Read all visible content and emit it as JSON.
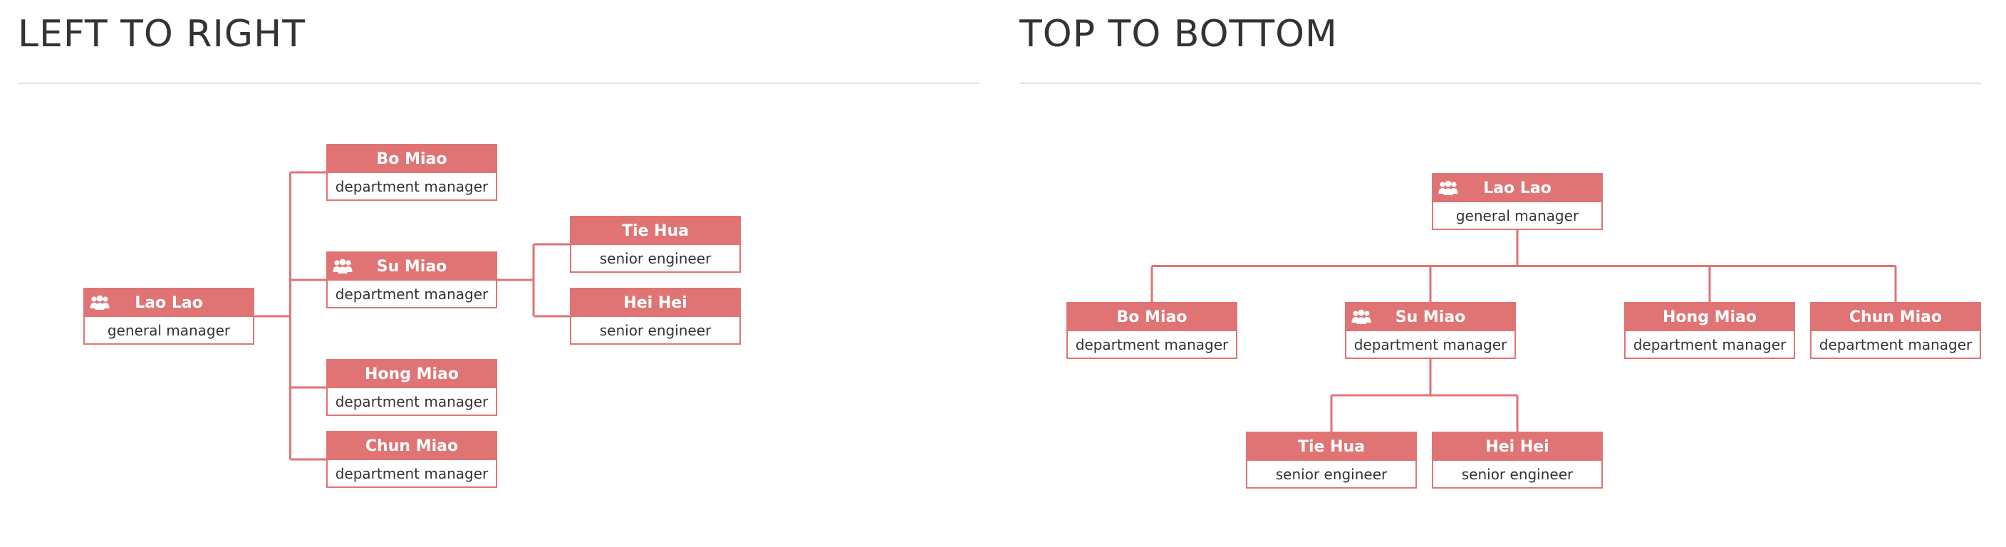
{
  "colors": {
    "accent": "#e07474",
    "title": "#333333",
    "divider": "#e4e4e4"
  },
  "panels": [
    {
      "title": "LEFT TO RIGHT",
      "orientation": "left-to-right",
      "nodes": [
        {
          "id": "lao-lao",
          "name": "Lao Lao",
          "role": "general manager",
          "icon": "group-icon"
        },
        {
          "id": "bo-miao",
          "name": "Bo Miao",
          "role": "department manager",
          "parent": "lao-lao"
        },
        {
          "id": "su-miao",
          "name": "Su Miao",
          "role": "department manager",
          "parent": "lao-lao",
          "icon": "group-icon"
        },
        {
          "id": "tie-hua",
          "name": "Tie Hua",
          "role": "senior engineer",
          "parent": "su-miao"
        },
        {
          "id": "hei-hei",
          "name": "Hei Hei",
          "role": "senior engineer",
          "parent": "su-miao"
        },
        {
          "id": "hong-miao",
          "name": "Hong Miao",
          "role": "department manager",
          "parent": "lao-lao"
        },
        {
          "id": "chun-miao",
          "name": "Chun Miao",
          "role": "department manager",
          "parent": "lao-lao"
        }
      ]
    },
    {
      "title": "TOP TO BOTTOM",
      "orientation": "top-to-bottom",
      "nodes": [
        {
          "id": "lao-lao",
          "name": "Lao Lao",
          "role": "general manager",
          "icon": "group-icon"
        },
        {
          "id": "bo-miao",
          "name": "Bo Miao",
          "role": "department manager",
          "parent": "lao-lao"
        },
        {
          "id": "su-miao",
          "name": "Su Miao",
          "role": "department manager",
          "parent": "lao-lao",
          "icon": "group-icon"
        },
        {
          "id": "tie-hua",
          "name": "Tie Hua",
          "role": "senior engineer",
          "parent": "su-miao"
        },
        {
          "id": "hei-hei",
          "name": "Hei Hei",
          "role": "senior engineer",
          "parent": "su-miao"
        },
        {
          "id": "hong-miao",
          "name": "Hong Miao",
          "role": "department manager",
          "parent": "lao-lao"
        },
        {
          "id": "chun-miao",
          "name": "Chun Miao",
          "role": "department manager",
          "parent": "lao-lao"
        }
      ]
    }
  ]
}
